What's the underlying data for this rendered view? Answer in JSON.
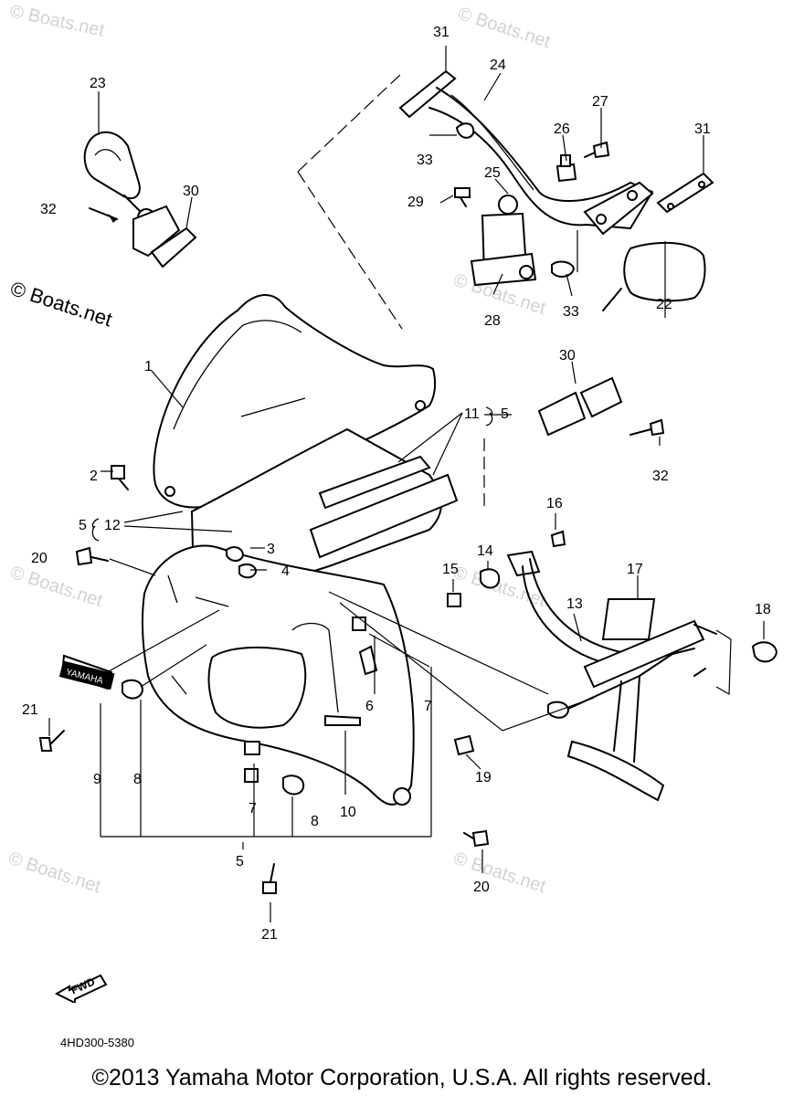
{
  "callouts": [
    {
      "id": "c1",
      "label": "1"
    },
    {
      "id": "c2",
      "label": "2"
    },
    {
      "id": "c3",
      "label": "3"
    },
    {
      "id": "c4",
      "label": "4"
    },
    {
      "id": "c5a",
      "label": "5"
    },
    {
      "id": "c5b",
      "label": "5"
    },
    {
      "id": "c5c",
      "label": "5"
    },
    {
      "id": "c6",
      "label": "6"
    },
    {
      "id": "c7a",
      "label": "7"
    },
    {
      "id": "c7b",
      "label": "7"
    },
    {
      "id": "c8a",
      "label": "8"
    },
    {
      "id": "c8b",
      "label": "8"
    },
    {
      "id": "c9",
      "label": "9"
    },
    {
      "id": "c10",
      "label": "10"
    },
    {
      "id": "c11",
      "label": "11"
    },
    {
      "id": "c12",
      "label": "12"
    },
    {
      "id": "c13",
      "label": "13"
    },
    {
      "id": "c14",
      "label": "14"
    },
    {
      "id": "c15",
      "label": "15"
    },
    {
      "id": "c16",
      "label": "16"
    },
    {
      "id": "c17",
      "label": "17"
    },
    {
      "id": "c18",
      "label": "18"
    },
    {
      "id": "c19",
      "label": "19"
    },
    {
      "id": "c20a",
      "label": "20"
    },
    {
      "id": "c20b",
      "label": "20"
    },
    {
      "id": "c21a",
      "label": "21"
    },
    {
      "id": "c21b",
      "label": "21"
    },
    {
      "id": "c22",
      "label": "22"
    },
    {
      "id": "c23",
      "label": "23"
    },
    {
      "id": "c24",
      "label": "24"
    },
    {
      "id": "c25",
      "label": "25"
    },
    {
      "id": "c26",
      "label": "26"
    },
    {
      "id": "c27",
      "label": "27"
    },
    {
      "id": "c28",
      "label": "28"
    },
    {
      "id": "c29",
      "label": "29"
    },
    {
      "id": "c30a",
      "label": "30"
    },
    {
      "id": "c30b",
      "label": "30"
    },
    {
      "id": "c31a",
      "label": "31"
    },
    {
      "id": "c31b",
      "label": "31"
    },
    {
      "id": "c32a",
      "label": "32"
    },
    {
      "id": "c32b",
      "label": "32"
    },
    {
      "id": "c33a",
      "label": "33"
    },
    {
      "id": "c33b",
      "label": "33"
    }
  ],
  "watermark_text": "© Boats.net",
  "decal_text": "YAMAHA",
  "fwd_text": "FWD",
  "diagram_code": "4HD300-5380",
  "copyright": "©2013 Yamaha Motor Corporation, U.S.A. All rights reserved."
}
